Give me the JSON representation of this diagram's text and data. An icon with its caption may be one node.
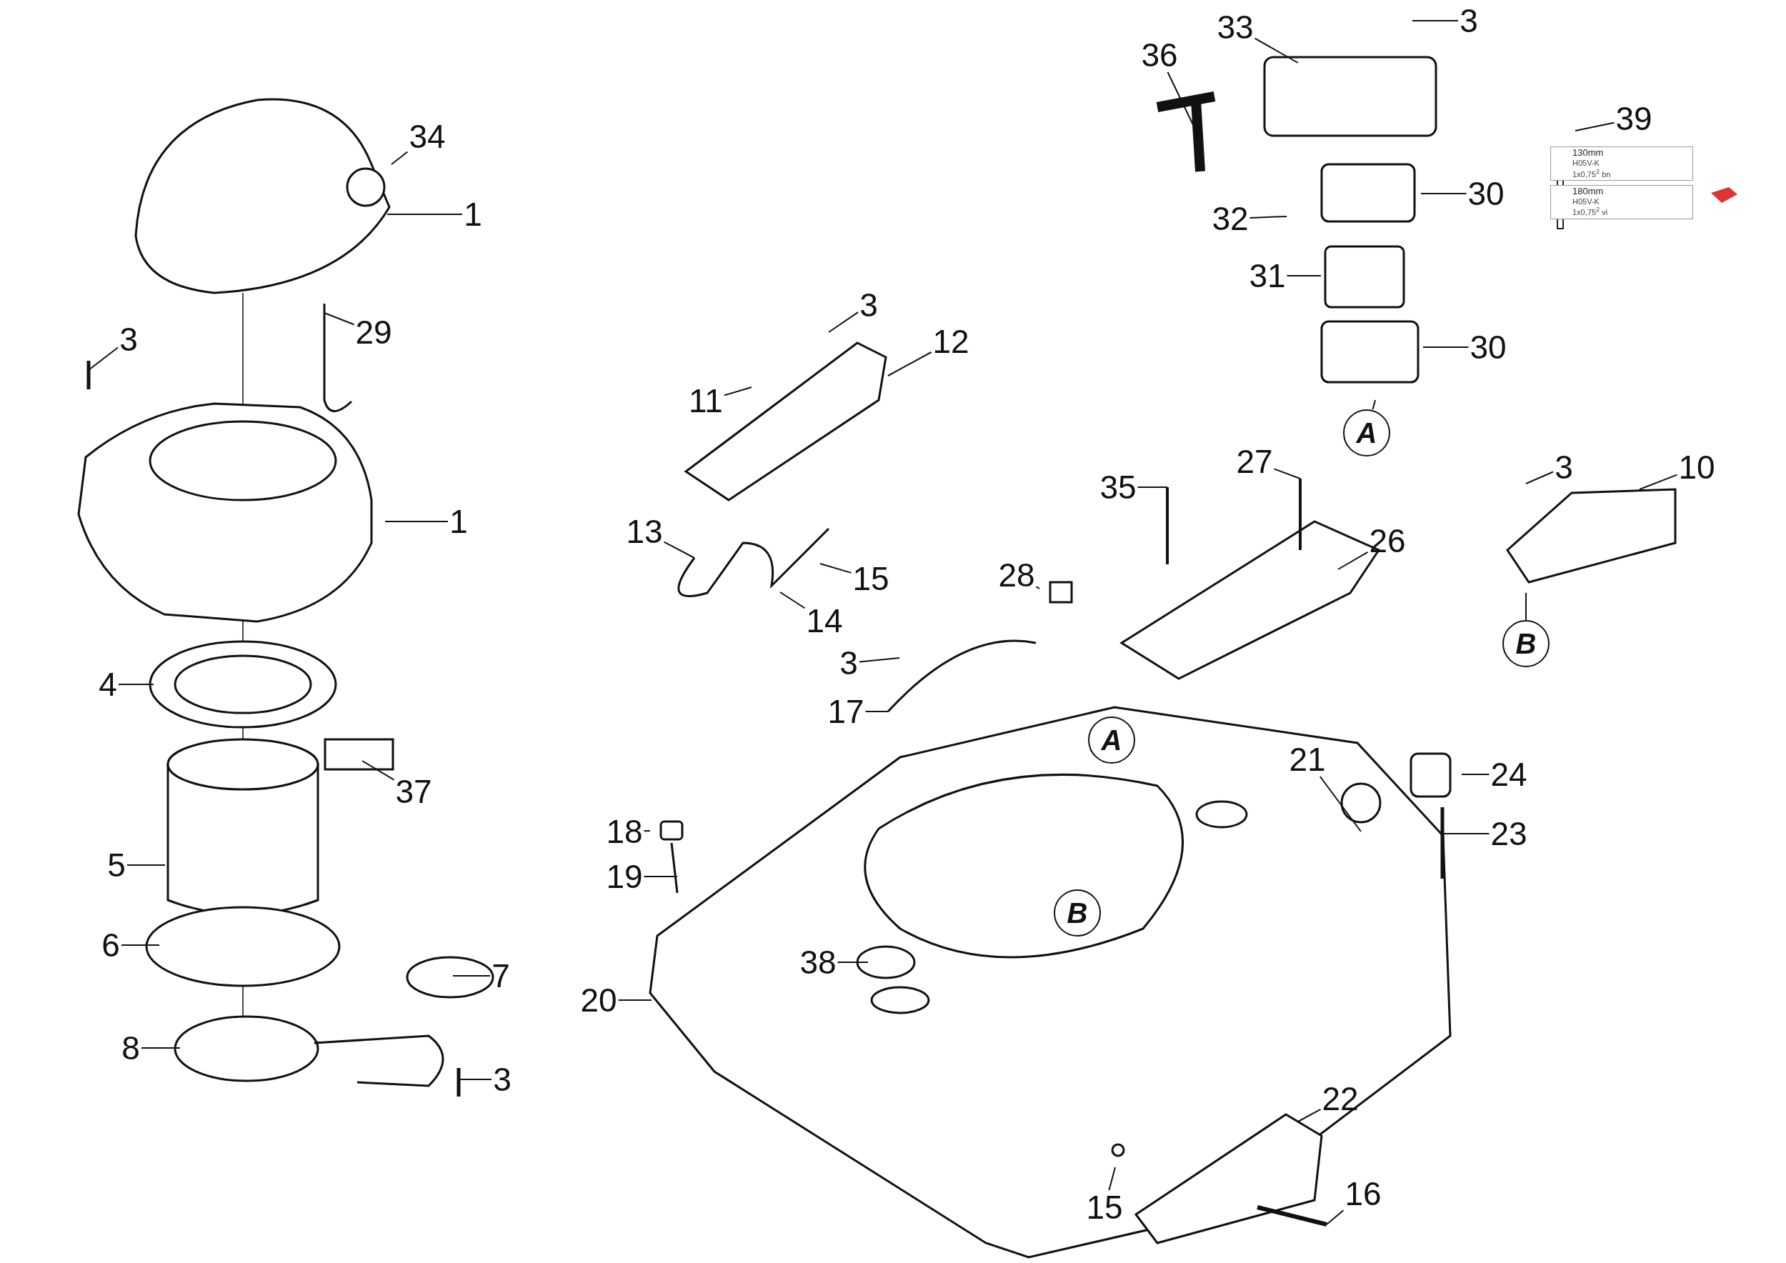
{
  "diagram": {
    "nodes": [
      {
        "text": [
          "34"
        ]
      },
      {
        "text": [
          "1"
        ]
      },
      {
        "text": [
          "29"
        ]
      },
      {
        "text": [
          "3"
        ]
      },
      {
        "text": [
          "1"
        ]
      },
      {
        "text": [
          "4"
        ]
      },
      {
        "text": [
          "37"
        ]
      },
      {
        "text": [
          "5"
        ]
      },
      {
        "text": [
          "6"
        ]
      },
      {
        "text": [
          "7"
        ]
      },
      {
        "text": [
          "8"
        ]
      },
      {
        "text": [
          "3"
        ]
      },
      {
        "text": [
          "33"
        ]
      },
      {
        "text": [
          "3"
        ]
      },
      {
        "text": [
          "36"
        ]
      },
      {
        "text": [
          "39"
        ]
      },
      {
        "text": [
          "30"
        ]
      },
      {
        "text": [
          "32"
        ]
      },
      {
        "text": [
          "31"
        ]
      },
      {
        "text": [
          "30"
        ]
      },
      {
        "text": [
          "A"
        ]
      },
      {
        "text": [
          "3"
        ]
      },
      {
        "text": [
          "12"
        ]
      },
      {
        "text": [
          "11"
        ]
      },
      {
        "text": [
          "13"
        ]
      },
      {
        "text": [
          "15"
        ]
      },
      {
        "text": [
          "14"
        ]
      },
      {
        "text": [
          "35"
        ]
      },
      {
        "text": [
          "27"
        ]
      },
      {
        "text": [
          "26"
        ]
      },
      {
        "text": [
          "28"
        ]
      },
      {
        "text": [
          "3"
        ]
      },
      {
        "text": [
          "17"
        ]
      },
      {
        "text": [
          "3"
        ]
      },
      {
        "text": [
          "10"
        ]
      },
      {
        "text": [
          "B"
        ]
      },
      {
        "text": [
          "A"
        ]
      },
      {
        "text": [
          "21"
        ]
      },
      {
        "text": [
          "24"
        ]
      },
      {
        "text": [
          "23"
        ]
      },
      {
        "text": [
          "18"
        ]
      },
      {
        "text": [
          "19"
        ]
      },
      {
        "text": [
          "38"
        ]
      },
      {
        "text": [
          "B"
        ]
      },
      {
        "text": [
          "20"
        ]
      },
      {
        "text": [
          "22"
        ]
      },
      {
        "text": [
          "15"
        ]
      },
      {
        "text": [
          "16"
        ]
      }
    ],
    "edges": [
      {
        "from": 0,
        "to": null,
        "arrow": "none"
      },
      {
        "from": 1,
        "to": null,
        "arrow": "none"
      },
      {
        "from": 2,
        "to": null,
        "arrow": "none"
      },
      {
        "from": 3,
        "to": null,
        "arrow": "none"
      },
      {
        "from": 4,
        "to": null,
        "arrow": "none"
      },
      {
        "from": 5,
        "to": null,
        "arrow": "none"
      },
      {
        "from": 6,
        "to": null,
        "arrow": "none"
      },
      {
        "from": 7,
        "to": null,
        "arrow": "none"
      },
      {
        "from": 8,
        "to": null,
        "arrow": "none"
      },
      {
        "from": 9,
        "to": null,
        "arrow": "none"
      },
      {
        "from": 10,
        "to": null,
        "arrow": "none"
      },
      {
        "from": 11,
        "to": null,
        "arrow": "none"
      },
      {
        "from": 12,
        "to": null,
        "arrow": "none"
      },
      {
        "from": 13,
        "to": null,
        "arrow": "none"
      },
      {
        "from": 14,
        "to": null,
        "arrow": "none"
      },
      {
        "from": 15,
        "to": null,
        "arrow": "none"
      },
      {
        "from": 16,
        "to": null,
        "arrow": "none"
      },
      {
        "from": 17,
        "to": null,
        "arrow": "none"
      },
      {
        "from": 18,
        "to": null,
        "arrow": "none"
      },
      {
        "from": 19,
        "to": null,
        "arrow": "none"
      },
      {
        "from": 20,
        "to": null,
        "arrow": "none"
      },
      {
        "from": 21,
        "to": null,
        "arrow": "none"
      },
      {
        "from": 22,
        "to": null,
        "arrow": "none"
      },
      {
        "from": 23,
        "to": null,
        "arrow": "none"
      },
      {
        "from": 24,
        "to": null,
        "arrow": "none"
      },
      {
        "from": 25,
        "to": null,
        "arrow": "none"
      },
      {
        "from": 26,
        "to": null,
        "arrow": "none"
      },
      {
        "from": 27,
        "to": null,
        "arrow": "none"
      },
      {
        "from": 28,
        "to": null,
        "arrow": "none"
      },
      {
        "from": 29,
        "to": null,
        "arrow": "none"
      },
      {
        "from": 30,
        "to": null,
        "arrow": "none"
      },
      {
        "from": 31,
        "to": null,
        "arrow": "none"
      },
      {
        "from": 32,
        "to": null,
        "arrow": "none"
      },
      {
        "from": 33,
        "to": null,
        "arrow": "none"
      },
      {
        "from": 34,
        "to": null,
        "arrow": "none"
      },
      {
        "from": 35,
        "to": null,
        "arrow": "none"
      },
      {
        "from": 37,
        "to": null,
        "arrow": "none"
      },
      {
        "from": 38,
        "to": null,
        "arrow": "none"
      },
      {
        "from": 39,
        "to": null,
        "arrow": "none"
      },
      {
        "from": 40,
        "to": null,
        "arrow": "none"
      },
      {
        "from": 41,
        "to": null,
        "arrow": "none"
      },
      {
        "from": 42,
        "to": null,
        "arrow": "none"
      },
      {
        "from": 44,
        "to": null,
        "arrow": "none"
      },
      {
        "from": 45,
        "to": null,
        "arrow": "none"
      },
      {
        "from": 46,
        "to": null,
        "arrow": "none"
      },
      {
        "from": 47,
        "to": null,
        "arrow": "none"
      }
    ],
    "labels": [
      "130mm",
      "H05V-K",
      "1x0,75$^{2}$ bn",
      "180mm",
      "H05V-K",
      "1x0,75$^{2}$ vi"
    ]
  }
}
